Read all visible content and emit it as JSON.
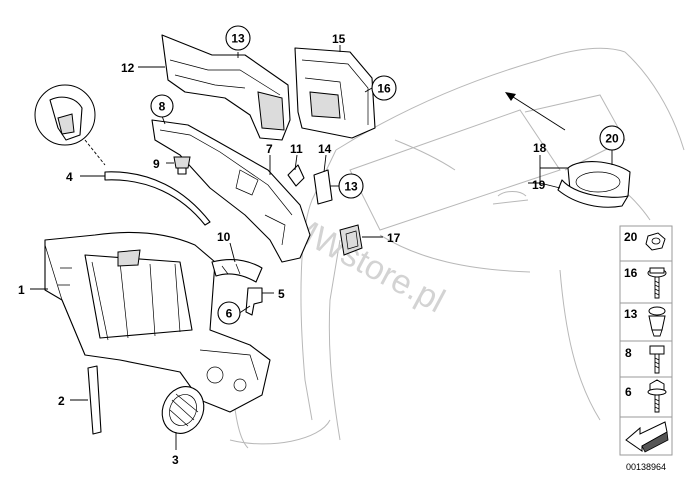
{
  "callouts": [
    {
      "id": "1",
      "label": "1"
    },
    {
      "id": "2",
      "label": "2"
    },
    {
      "id": "3",
      "label": "3"
    },
    {
      "id": "4",
      "label": "4"
    },
    {
      "id": "5",
      "label": "5"
    },
    {
      "id": "6",
      "label": "6"
    },
    {
      "id": "7",
      "label": "7"
    },
    {
      "id": "8",
      "label": "8"
    },
    {
      "id": "9",
      "label": "9"
    },
    {
      "id": "10",
      "label": "10"
    },
    {
      "id": "11",
      "label": "11"
    },
    {
      "id": "12",
      "label": "12"
    },
    {
      "id": "13a",
      "label": "13"
    },
    {
      "id": "13b",
      "label": "13"
    },
    {
      "id": "14",
      "label": "14"
    },
    {
      "id": "15",
      "label": "15"
    },
    {
      "id": "16",
      "label": "16"
    },
    {
      "id": "17",
      "label": "17"
    },
    {
      "id": "18",
      "label": "18"
    },
    {
      "id": "19",
      "label": "19"
    },
    {
      "id": "20",
      "label": "20"
    }
  ],
  "hardware_panel": {
    "items": [
      {
        "label": "20",
        "icon": "nut-icon"
      },
      {
        "label": "16",
        "icon": "flange-screw-icon"
      },
      {
        "label": "13",
        "icon": "expanding-rivet-icon"
      },
      {
        "label": "8",
        "icon": "hex-bolt-icon"
      },
      {
        "label": "6",
        "icon": "hex-screw-icon"
      }
    ],
    "arrow_icon": "direction-arrow-icon"
  },
  "watermark": "BMWstore.pl",
  "document_number": "00138964"
}
